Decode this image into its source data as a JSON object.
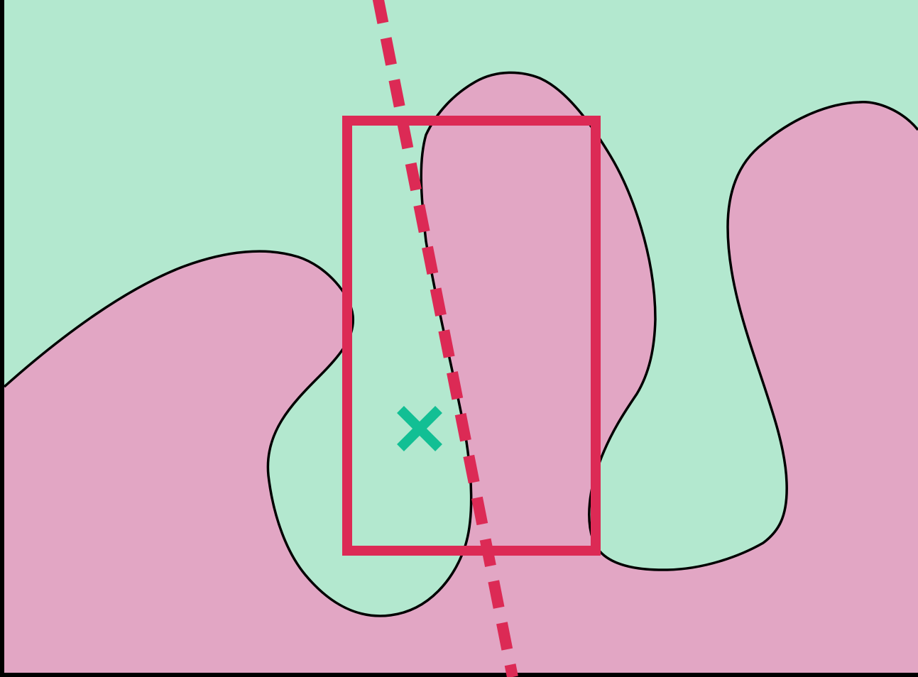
{
  "colors": {
    "frame": "#000000",
    "region_a": "#b3e8cf",
    "region_b": "#e2a6c4",
    "boundary": "#000000",
    "accent_line": "#dc2a55",
    "marker": "#12bf94"
  },
  "elements": {
    "boundary_curve": "smooth-decision-boundary",
    "dashed_line": "dashed-red-line",
    "rectangle": "red-rectangle",
    "marker_icon": "x-mark-icon"
  }
}
